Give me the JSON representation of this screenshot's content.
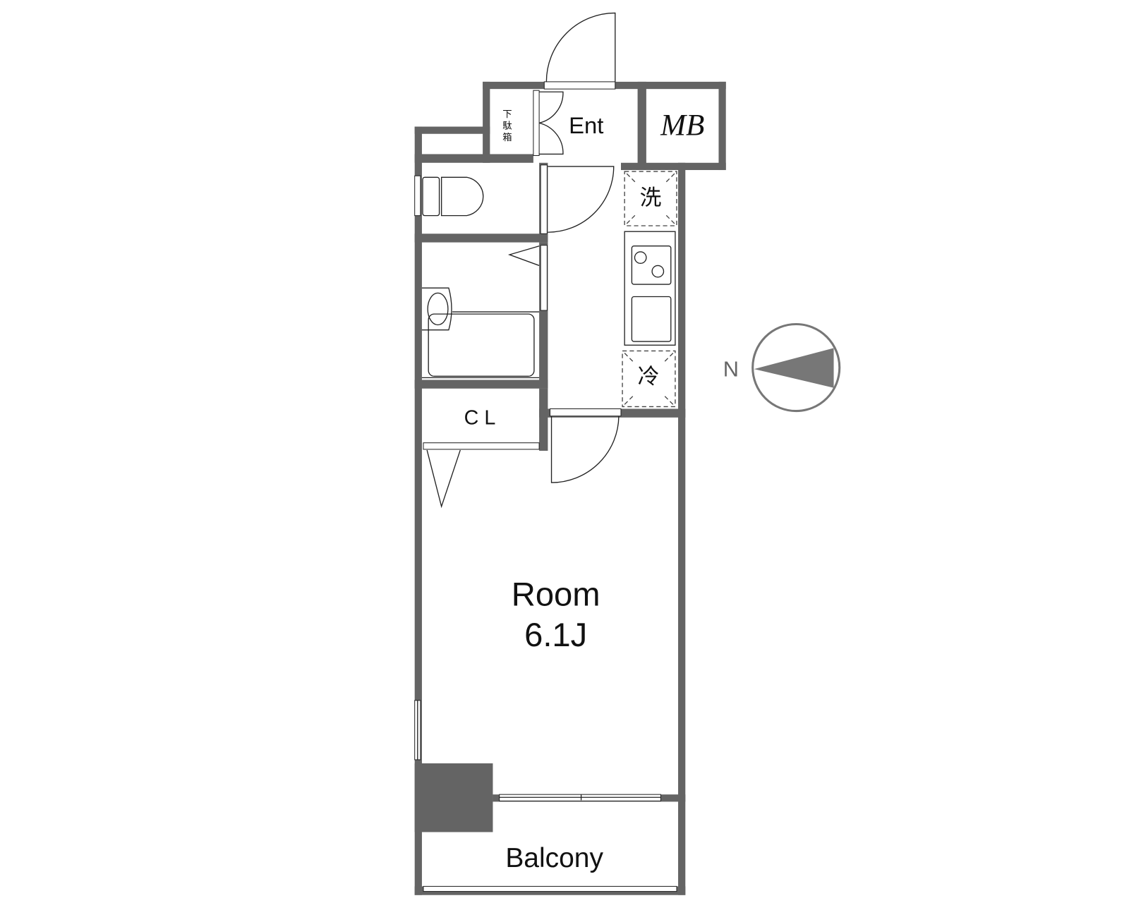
{
  "floorplan": {
    "rooms": {
      "entrance": "Ent",
      "meter_box": "MB",
      "shoe_cabinet": [
        "下",
        "駄",
        "箱"
      ],
      "washer": "洗",
      "fridge": "冷",
      "closet": "C L",
      "room_name": "Room",
      "room_size": "6.1J",
      "balcony": "Balcony"
    },
    "compass": {
      "label": "N"
    },
    "colors": {
      "wall": "#646464",
      "compass": "#777777"
    }
  }
}
